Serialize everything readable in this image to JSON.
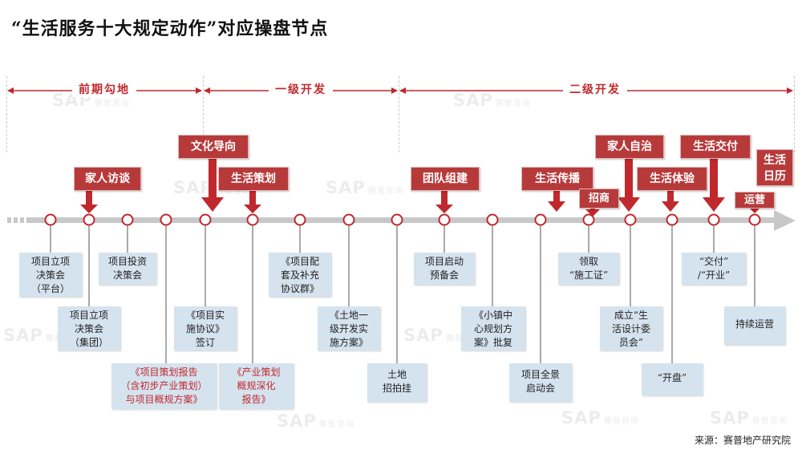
{
  "title": "“生活服务十大规定动作”对应操盘节点",
  "phases": [
    {
      "label": "前期勾地"
    },
    {
      "label": "一级开发"
    },
    {
      "label": "二级开发"
    }
  ],
  "watermark": {
    "brand": "SAP",
    "sub": "赛普咨询"
  },
  "actions": [
    {
      "label": "家人访谈"
    },
    {
      "label": "文化导向"
    },
    {
      "label": "生活策划"
    },
    {
      "label": "团队组建"
    },
    {
      "label": "生活传播"
    },
    {
      "label": "招商"
    },
    {
      "label": "家人自治"
    },
    {
      "label": "生活体验"
    },
    {
      "label": "生活交付"
    },
    {
      "label": "运营"
    },
    {
      "label": "生活\n日历"
    }
  ],
  "milestones": [
    {
      "label": "项目立项\n决策会\n（平台）"
    },
    {
      "label": "项目立项\n决策会\n（集团）"
    },
    {
      "label": "项目投资\n决策会"
    },
    {
      "label": "《项目策划报告\n（含初步产业策划）\n与项目概规方案》"
    },
    {
      "label": "《项目实\n施协议》\n签订"
    },
    {
      "label": "《产业策划\n概规深化\n报告》"
    },
    {
      "label": "《项目配\n套及补充\n协议群》"
    },
    {
      "label": "《土地一\n级开发实\n施方案》"
    },
    {
      "label": "土地\n招拍挂"
    },
    {
      "label": "项目启动\n预备会"
    },
    {
      "label": "《小镇中\n心规划方\n案》批复"
    },
    {
      "label": "项目全景\n启动会"
    },
    {
      "label": "领取\n“施工证”"
    },
    {
      "label": "成立“生\n活设计委\n员会”"
    },
    {
      "label": "“开盘”"
    },
    {
      "label": "“交付”\n/“开业”"
    },
    {
      "label": "持续运营"
    }
  ],
  "source": "来源：赛普地产研究院",
  "colors": {
    "accent": "#c0282d",
    "tag_bg": "#b73a3a",
    "box_bg": "#d5e3ef",
    "timeline": "#c8c8c8"
  }
}
